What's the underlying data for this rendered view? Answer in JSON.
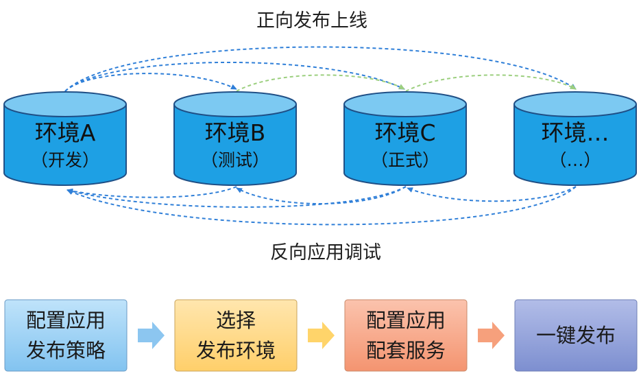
{
  "top_label": "正向发布上线",
  "bottom_label": "反向应用调试",
  "environments": [
    {
      "name": "环境A",
      "sub": "（开发）"
    },
    {
      "name": "环境B",
      "sub": "（测试）"
    },
    {
      "name": "环境C",
      "sub": "（正式）"
    },
    {
      "name": "环境…",
      "sub": "（…）"
    }
  ],
  "steps": [
    {
      "lines": [
        "配置应用",
        "发布策略"
      ],
      "color": "#9ed3f6"
    },
    {
      "lines": [
        "选择",
        "发布环境"
      ],
      "color": "#ffd98a"
    },
    {
      "lines": [
        "配置应用",
        "配套服务"
      ],
      "color": "#f7a98a"
    },
    {
      "lines": [
        "一键发布"
      ],
      "color": "#8fa0d8"
    }
  ],
  "colors": {
    "cylinder_body": "#1ea0e4",
    "cylinder_top": "#7cc9f2",
    "cylinder_stroke": "#1f4f86",
    "forward_arrow": "#2f7fd8",
    "forward_arrow_light": "#9ccf7f",
    "reverse_arrow": "#2f7fd8",
    "block_arrow_blue": "#8cc6f0",
    "block_arrow_yellow": "#ffd46a",
    "block_arrow_orange": "#f6a07c"
  }
}
